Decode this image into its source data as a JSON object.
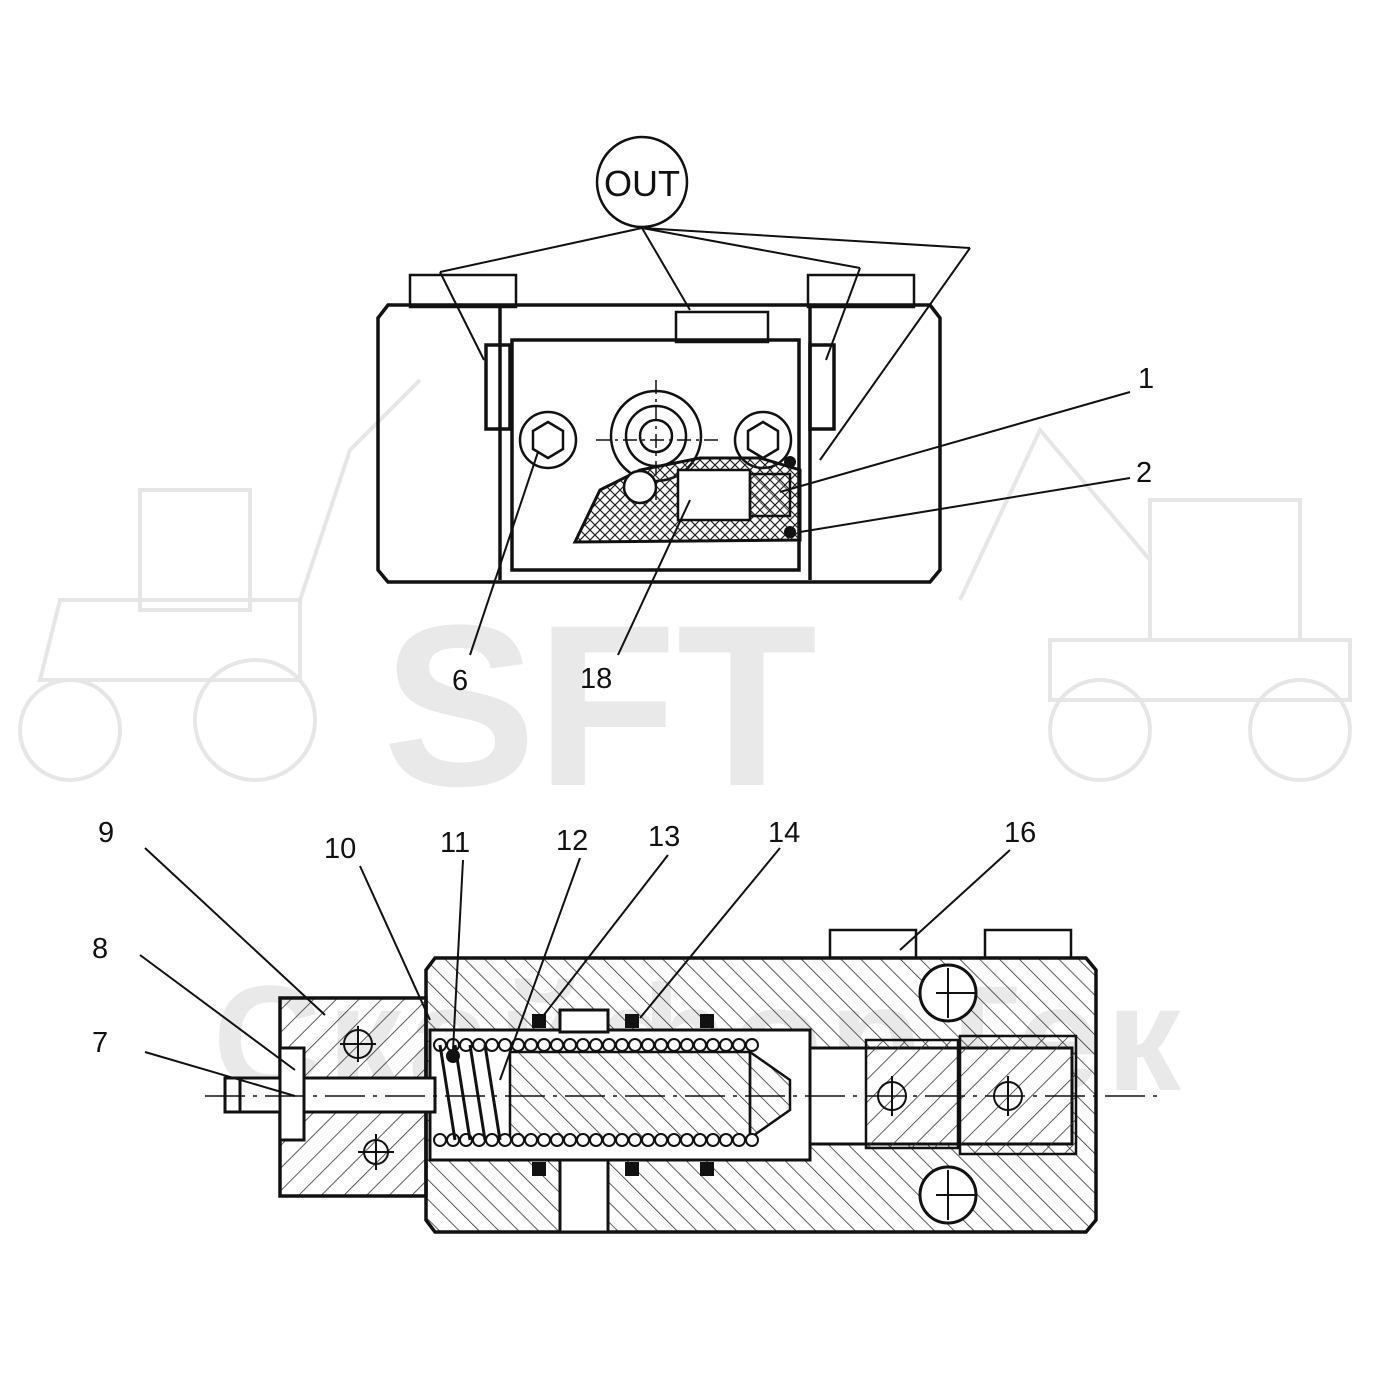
{
  "watermark": {
    "brand": "SFT",
    "company": "СкайфорТек"
  },
  "port_label": "OUT",
  "callouts": {
    "c1": "1",
    "c2": "2",
    "c6": "6",
    "c18": "18",
    "c7": "7",
    "c8": "8",
    "c9": "9",
    "c10": "10",
    "c11": "11",
    "c12": "12",
    "c13": "13",
    "c14": "14",
    "c16": "16"
  },
  "colors": {
    "ink": "#111111",
    "watermark": "#e9e9e9",
    "background": "#ffffff"
  }
}
